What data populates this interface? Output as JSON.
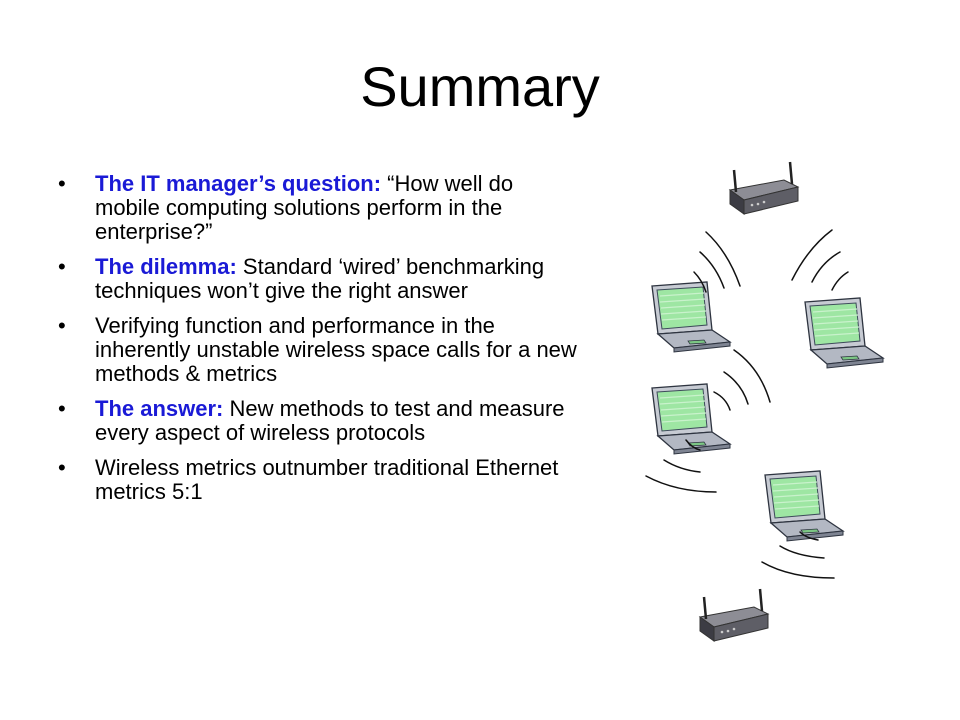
{
  "slide": {
    "title": "Summary",
    "bullet_char": "•",
    "bullets": [
      {
        "lead": "The IT manager’s question:",
        "text": " “How well do mobile computing solutions perform in the enterprise?”"
      },
      {
        "lead": "The dilemma:",
        "text": " Standard ‘wired’ benchmarking techniques won’t give the right answer"
      },
      {
        "lead": "",
        "text": "Verifying function and performance in the inherently unstable wireless space calls for a new methods & metrics"
      },
      {
        "lead": "The answer:",
        "text": " New methods to test and measure every aspect of wireless protocols"
      },
      {
        "lead": "",
        "text": "Wireless metrics outnumber traditional Ethernet metrics 5:1"
      }
    ]
  },
  "colors": {
    "lead_text": "#1a1ad6",
    "screen": "#9ee6a3",
    "chassis": "#b3b8c3",
    "router": "#5e5e66"
  },
  "illustration": {
    "icons": [
      "wireless-router-icon",
      "laptop-icon",
      "signal-waves-icon"
    ]
  }
}
